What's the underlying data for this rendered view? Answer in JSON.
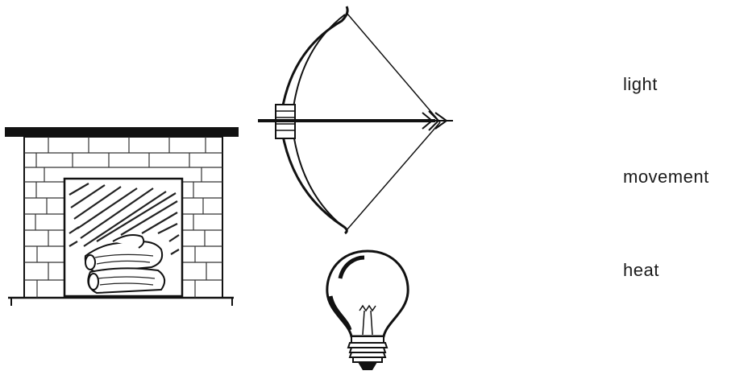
{
  "pictures": [
    {
      "icon": "fireplace-icon"
    },
    {
      "icon": "bow-and-arrow-icon"
    },
    {
      "icon": "light-bulb-icon"
    }
  ],
  "words": [
    {
      "label": "light"
    },
    {
      "label": "movement"
    },
    {
      "label": "heat"
    }
  ]
}
